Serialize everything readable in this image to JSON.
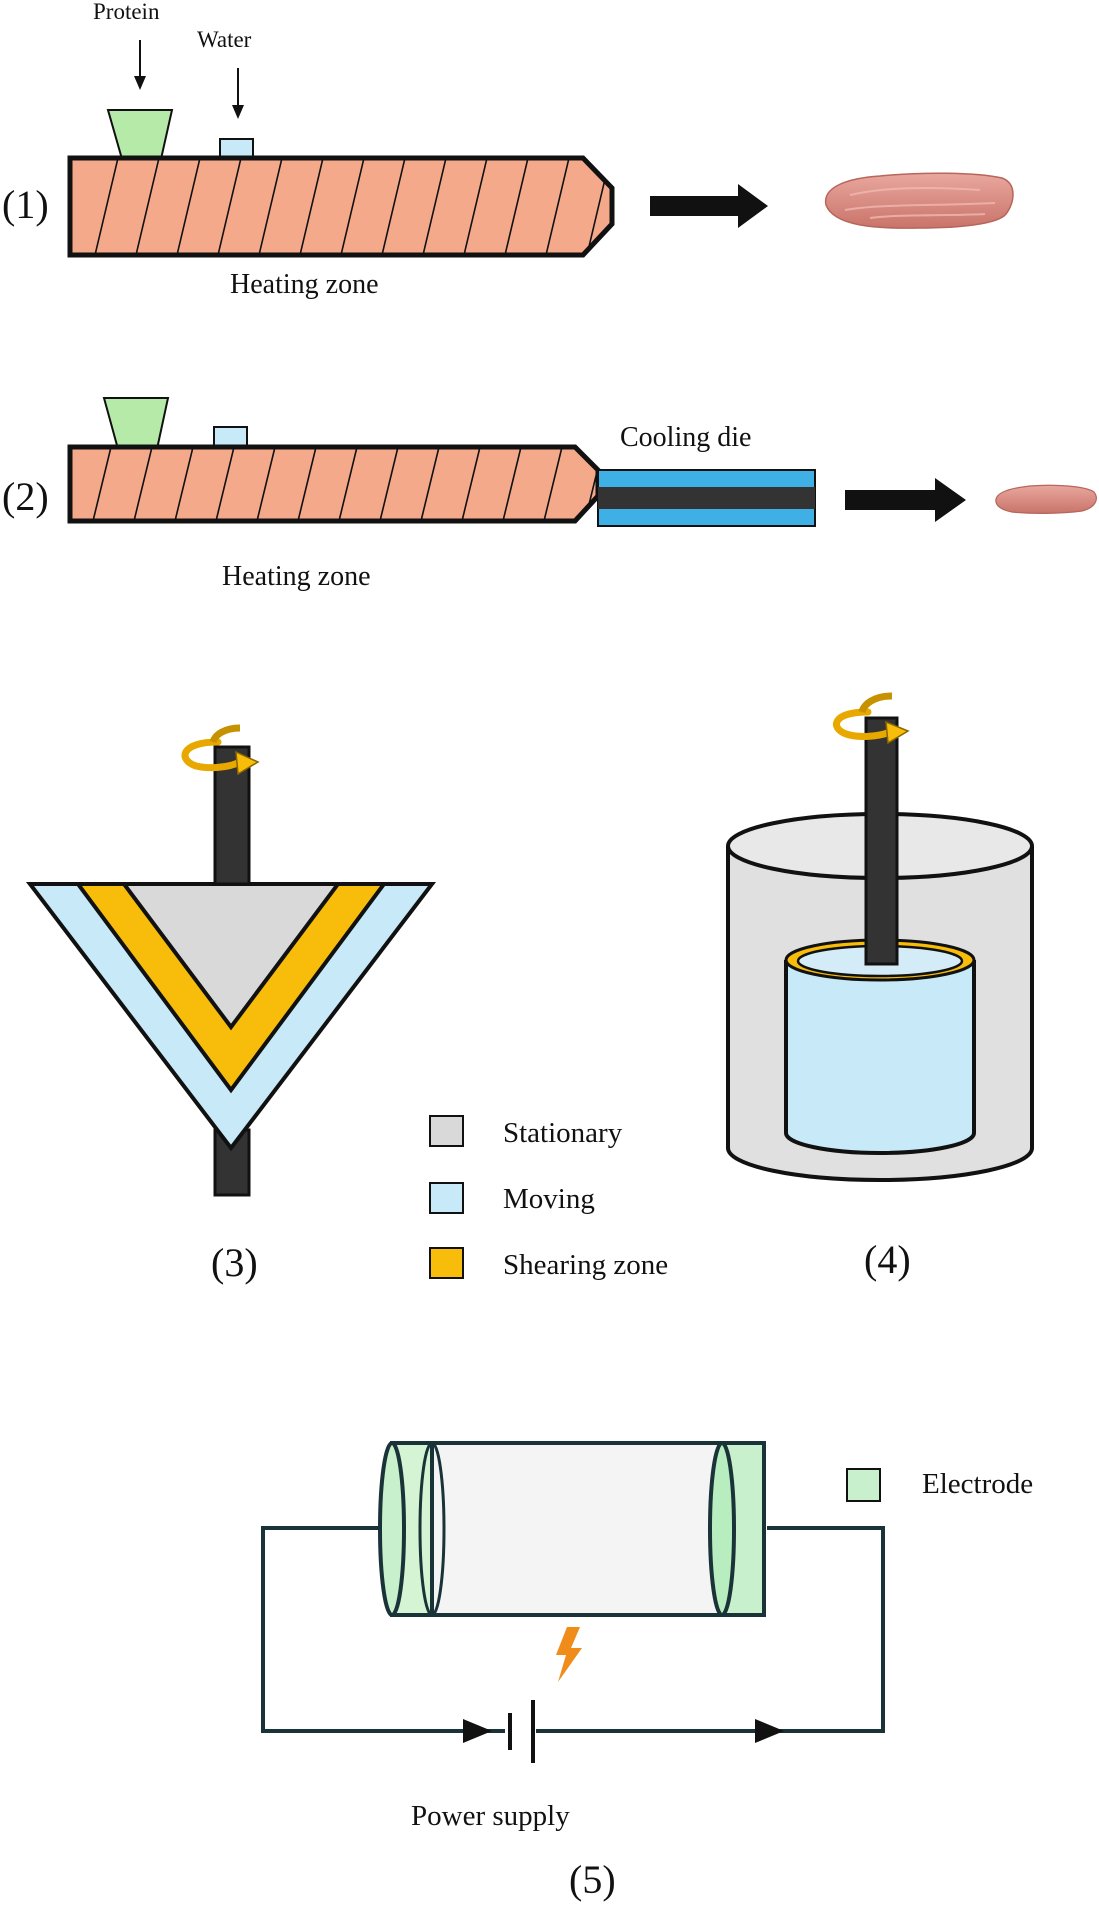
{
  "panel1": {
    "number": "(1)",
    "protein_label": "Protein",
    "water_label": "Water",
    "heating_label": "Heating zone"
  },
  "panel2": {
    "number": "(2)",
    "heating_label": "Heating zone",
    "cooling_label": "Cooling die"
  },
  "panel3": {
    "number": "(3)"
  },
  "panel4": {
    "number": "(4)"
  },
  "legend_shear": [
    {
      "label": "Stationary",
      "color": "#d9d9d9"
    },
    {
      "label": "Moving",
      "color": "#c7e9f8"
    },
    {
      "label": "Shearing zone",
      "color": "#f7bd0a"
    }
  ],
  "panel5": {
    "number": "(5)",
    "electrode_label": "Electrode",
    "power_label": "Power supply"
  },
  "colors": {
    "barrel": "#f4a98b",
    "hopper": "#b5eaa8",
    "water_box": "#c7e9f8",
    "cooling_blue": "#3fb0e6",
    "die_core": "#333333",
    "shaft": "#333333",
    "rotation_arrow": "#e8a800",
    "electrode": "#c8f0cc",
    "meat": "#d98c82",
    "spark": "#f08c1a",
    "wire": "#1a3338"
  }
}
